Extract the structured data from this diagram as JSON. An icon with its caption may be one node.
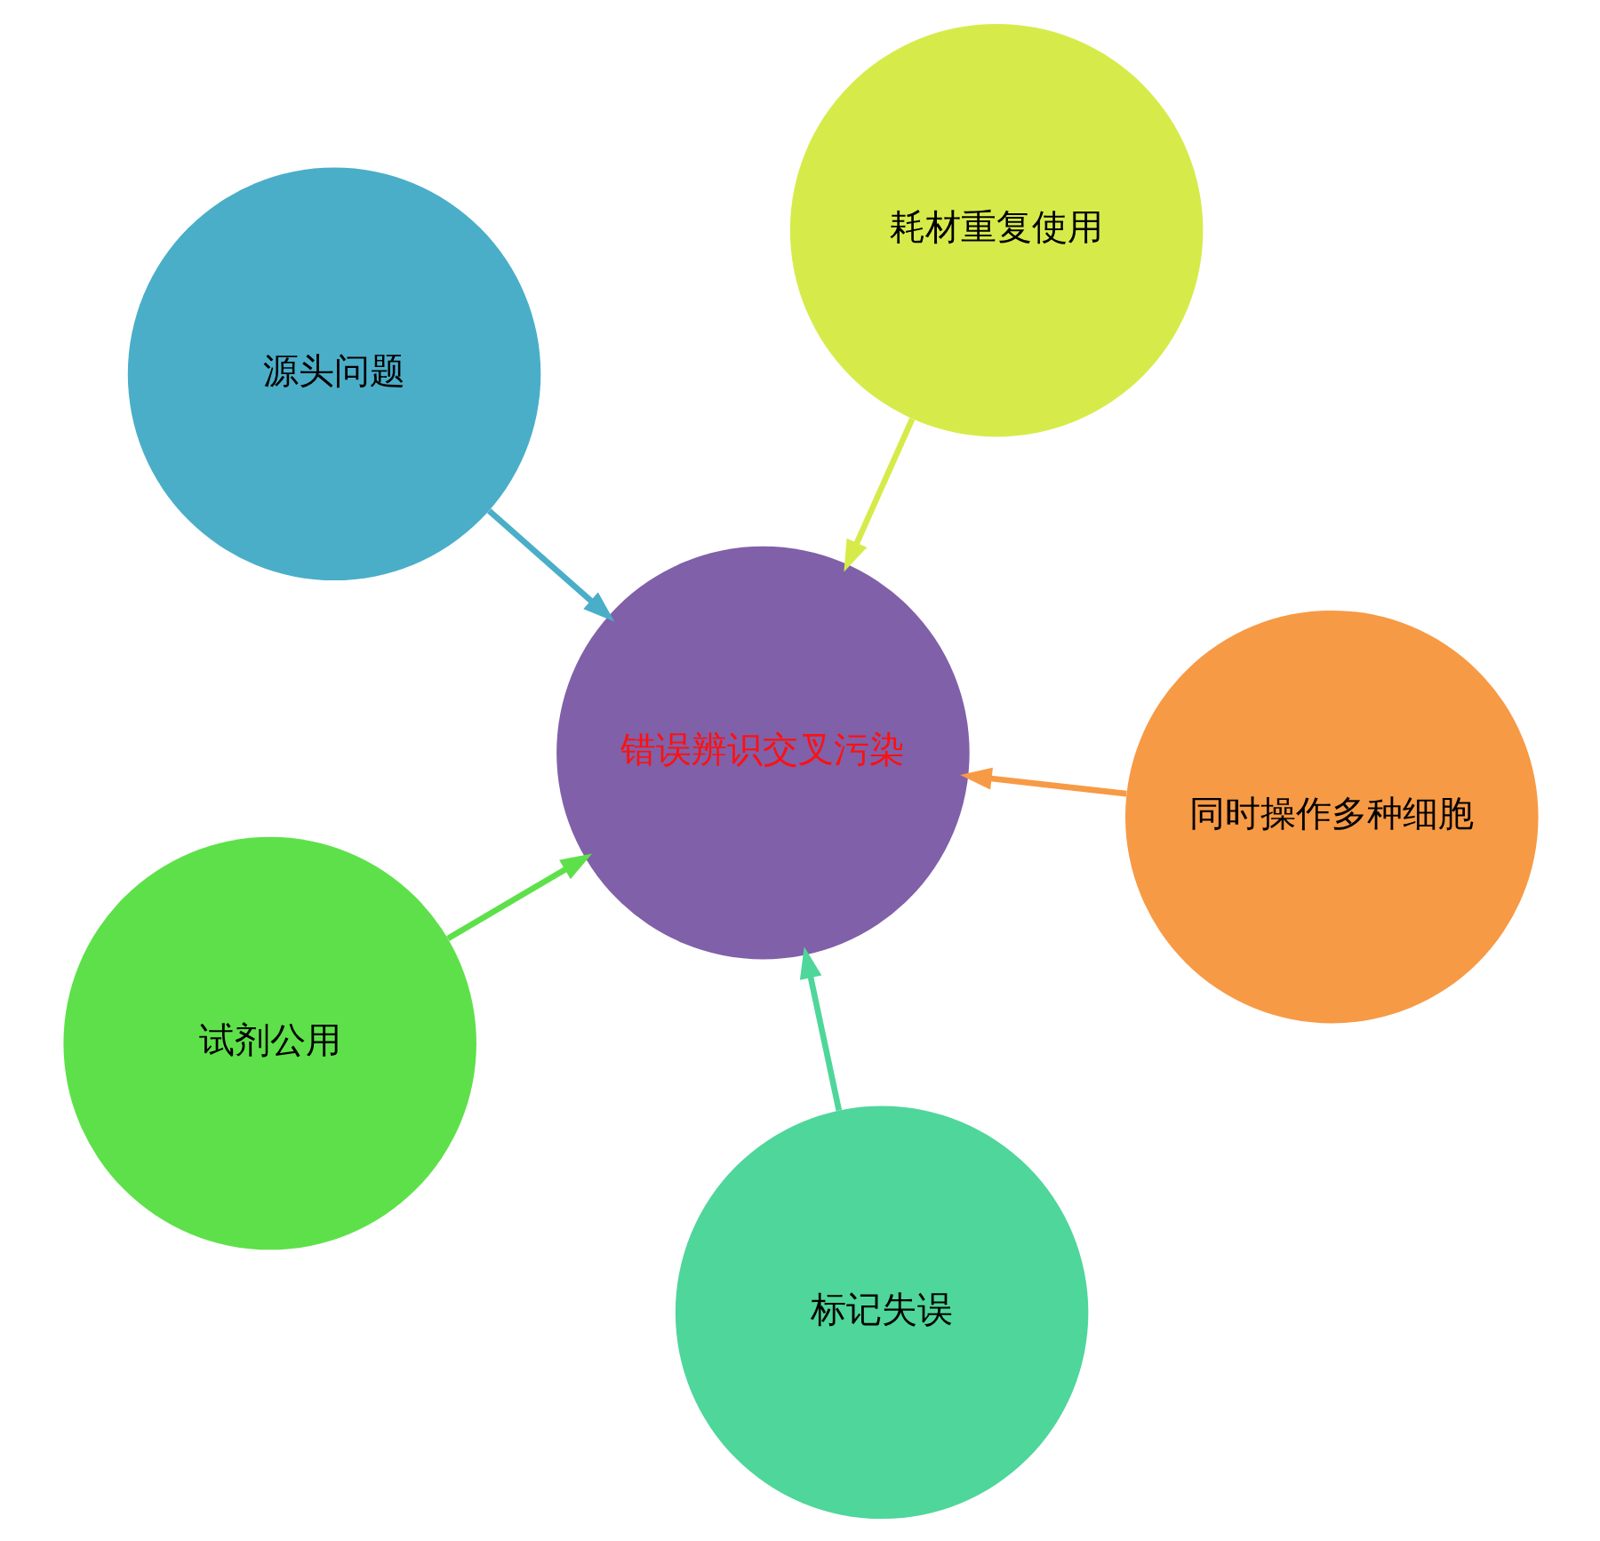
{
  "diagram": {
    "nodes": [
      {
        "text": [
          "源头问题"
        ]
      },
      {
        "text": [
          "同时操作多种细胞"
        ]
      },
      {
        "text": [
          "标记失误"
        ]
      },
      {
        "text": [
          "错误辨识交叉污染"
        ]
      },
      {
        "text": [
          "耗材重复使用"
        ]
      },
      {
        "text": [
          "试剂公用"
        ]
      }
    ],
    "edges": [
      {
        "from": 0,
        "to": 3,
        "arrow": "to",
        "color": "#4aaec8"
      },
      {
        "from": 1,
        "to": 3,
        "arrow": "to",
        "color": "#f79a45"
      },
      {
        "from": 2,
        "to": 3,
        "arrow": "to",
        "color": "#4fd69a"
      },
      {
        "from": 4,
        "to": 3,
        "arrow": "to",
        "color": "#d6eb4a"
      },
      {
        "from": 5,
        "to": 3,
        "arrow": "to",
        "color": "#5ee04a"
      }
    ]
  }
}
